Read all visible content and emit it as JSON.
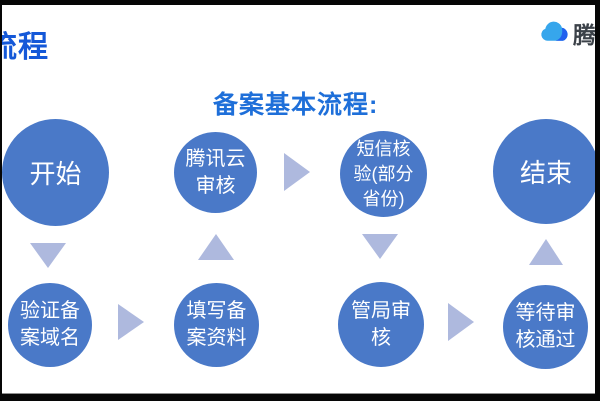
{
  "page": {
    "title": "流程",
    "heading": "备案基本流程:"
  },
  "logo": {
    "name": "tencent-cloud-logo",
    "text": "腾讯",
    "cloud_light": "#36a6ec",
    "cloud_dark": "#2060ee",
    "text_color": "#3b4148"
  },
  "colors": {
    "node_fill": "#4a79c8",
    "node_text": "#ffffff",
    "arrow_fill": "#aeb9de",
    "title_blue": "#1458d8",
    "heading_blue": "#1e6fd9",
    "background": "#ffffff",
    "frame_bars": "#060606"
  },
  "flow": {
    "top": [
      {
        "id": "start",
        "lines": [
          "开始"
        ]
      },
      {
        "id": "tencent-review",
        "lines": [
          "腾讯云",
          "审核"
        ]
      },
      {
        "id": "sms-verify",
        "lines": [
          "短信核",
          "验(部分",
          "省份)"
        ]
      },
      {
        "id": "end",
        "lines": [
          "结束"
        ]
      }
    ],
    "bottom": [
      {
        "id": "verify-domain",
        "lines": [
          "验证备",
          "案域名"
        ]
      },
      {
        "id": "fill-info",
        "lines": [
          "填写备",
          "案资料"
        ]
      },
      {
        "id": "bureau-review",
        "lines": [
          "管局审",
          "核"
        ]
      },
      {
        "id": "wait-approval",
        "lines": [
          "等待审",
          "核通过"
        ]
      }
    ],
    "sequence": [
      "开始",
      "验证备案域名",
      "填写备案资料",
      "腾讯云审核",
      "短信核验(部分省份)",
      "管局审核",
      "等待审核通过",
      "结束"
    ]
  }
}
